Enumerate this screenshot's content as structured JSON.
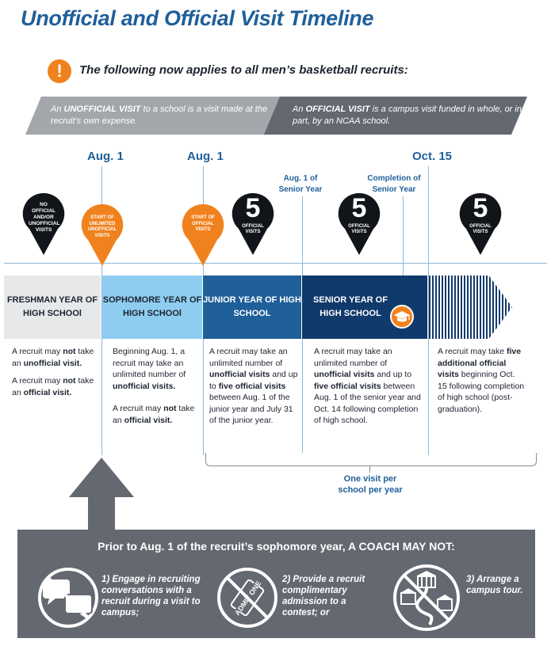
{
  "title": "Unofficial and Official Visit Timeline",
  "notice": {
    "icon": "exclamation-icon",
    "icon_glyph": "!",
    "text": "The following now applies to all men’s basketball recruits:"
  },
  "bands": {
    "unofficial": {
      "prefix": "An ",
      "keyword": "UNOFFICIAL VISIT",
      "suffix": " to a school is a visit made at the recruit’s own expense."
    },
    "official": {
      "prefix": "An ",
      "keyword": "OFFICIAL VISIT",
      "suffix": " is a campus visit funded in whole, or in part, by an NCAA school."
    }
  },
  "dates": {
    "aug1_a": "Aug. 1",
    "aug1_b": "Aug. 1",
    "aug1_senior": "Aug. 1 of Senior Year",
    "completion": "Completion of Senior Year",
    "oct15": "Oct. 15"
  },
  "pins": {
    "freshman": "NO OFFICIAL AND/OR UNOFFICIAL VISITS",
    "sophomore": "START OF UNLIMITED UNOFFICIAL VISITS",
    "junior_start": "START OF OFFICIAL VISITS",
    "junior_count": "5",
    "junior_label": "OFFICIAL VISITS",
    "senior_count": "5",
    "senior_label": "OFFICIAL VISITS",
    "post_count": "5",
    "post_label": "OFFICIAL VISITS"
  },
  "years": {
    "freshman": "FRESHMAN YEAR OF HIGH SCHOOl",
    "sophomore": "SOPHOMORE YEAR OF HIGH SCHOOl",
    "junior": "JUNIOR YEAR OF HIGH SCHOOL",
    "senior": "SENIOR YEAR OF HIGH SCHOOL"
  },
  "descriptions": {
    "freshman_1": {
      "a": "A recruit may ",
      "b": "not",
      "c": " take an ",
      "d": "unofficial visit."
    },
    "freshman_2": {
      "a": "A recruit may ",
      "b": "not",
      "c": " take an ",
      "d": "official visit."
    },
    "sophomore_1": {
      "a": "Beginning Aug. 1, a recruit may take an unlimited number of ",
      "b": "unofficial visits."
    },
    "sophomore_2": {
      "a": "A recruit may ",
      "b": "not",
      "c": " take an ",
      "d": "official visit."
    },
    "junior": {
      "a": "A recruit may take an unlimited number of ",
      "b": "unofficial visits",
      "c": " and up to ",
      "d": "five official visits",
      "e": " between Aug. 1 of the junior year and July 31 of the junior year."
    },
    "senior": {
      "a": "A recruit may take an unlimited number of ",
      "b": "unofficial visits",
      "c": " and up to ",
      "d": "five official visits",
      "e": " between Aug. 1 of the senior year and Oct. 14 following completion of high school."
    },
    "post": {
      "a": "A recruit may take ",
      "b": "five additional official visits",
      "c": " beginning Oct. 15 following completion of high school (post-graduation)."
    }
  },
  "per_school": "One visit per school per year",
  "coach": {
    "title": "Prior to Aug. 1 of the recruit’s sophomore year, A COACH MAY NOT:",
    "items": [
      {
        "text": "1) Engage in recruiting conversations with a recruit during a visit to campus;",
        "icon": "no-conversation-icon"
      },
      {
        "text": "2) Provide a recruit complimentary admission to a contest; or",
        "icon": "no-ticket-icon"
      },
      {
        "text": "3) Arrange a campus tour.",
        "icon": "no-campus-tour-icon"
      }
    ],
    "ticket_text": "ADMIT ONE"
  },
  "colors": {
    "title_blue": "#1f5f9a",
    "orange": "#f0821e",
    "navy": "#103a6b",
    "light_blue": "#8ecdf0",
    "gray_dark": "#646871",
    "gray_light": "#a3a6aa"
  }
}
